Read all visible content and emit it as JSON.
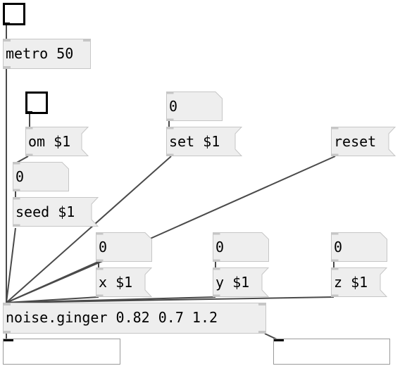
{
  "objects": {
    "metro": "metro 50",
    "noise": "noise.ginger 0.82 0.7 1.2"
  },
  "messages": {
    "om": "om $1",
    "set": "set $1",
    "reset": "reset",
    "seed": "seed $1",
    "x": "x $1",
    "y": "y $1",
    "z": "z $1"
  },
  "numbers": {
    "seed_val": "0",
    "set_val": "0",
    "x_val": "0",
    "y_val": "0",
    "z_val": "0"
  },
  "colors": {
    "wire": "#4a4a4a",
    "box_fill": "#eeeeee",
    "box_border": "#c6c6c6"
  }
}
